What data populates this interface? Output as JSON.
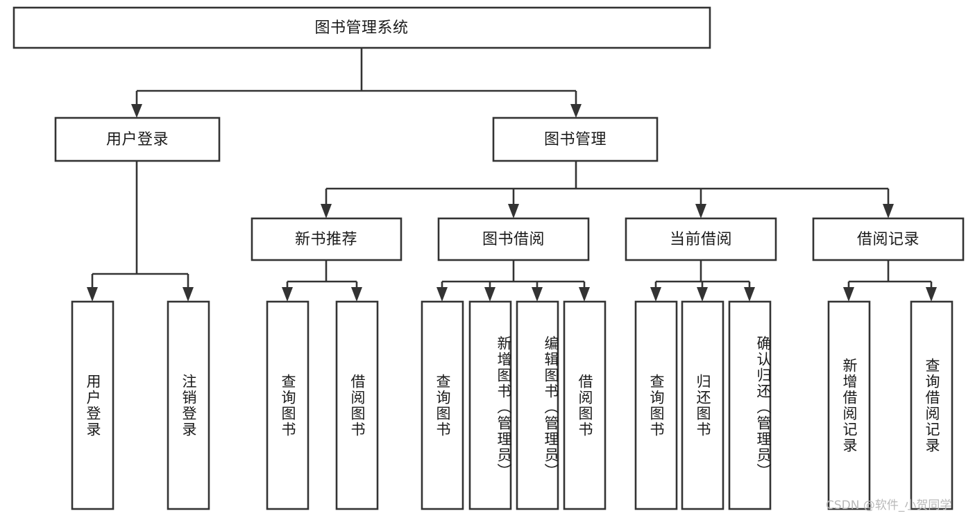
{
  "diagram": {
    "title": "图书管理系统",
    "watermark": "CSDN @软件_小贺同学",
    "colors": {
      "stroke": "#333333",
      "fill": "#ffffff",
      "text": "#1a1a1a",
      "watermark": "#b9b9b9",
      "background": "#ffffff"
    },
    "root": {
      "label": "图书管理系统"
    },
    "level2": [
      {
        "label": "用户登录"
      },
      {
        "label": "图书管理"
      }
    ],
    "level3": [
      {
        "label": "新书推荐"
      },
      {
        "label": "图书借阅"
      },
      {
        "label": "当前借阅"
      },
      {
        "label": "借阅记录"
      }
    ],
    "leaves": {
      "user_login": [
        {
          "label": "用户登录"
        },
        {
          "label": "注销登录"
        }
      ],
      "new_book_recommend": [
        {
          "label": "查询图书"
        },
        {
          "label": "借阅图书"
        }
      ],
      "book_borrow": [
        {
          "label": "查询图书"
        },
        {
          "label": "新增图书（管理员）"
        },
        {
          "label": "编辑图书（管理员）"
        },
        {
          "label": "借阅图书"
        }
      ],
      "current_borrow": [
        {
          "label": "查询图书"
        },
        {
          "label": "归还图书"
        },
        {
          "label": "确认归还（管理员）"
        }
      ],
      "borrow_record": [
        {
          "label": "新增借阅记录"
        },
        {
          "label": "查询借阅记录"
        }
      ]
    }
  }
}
